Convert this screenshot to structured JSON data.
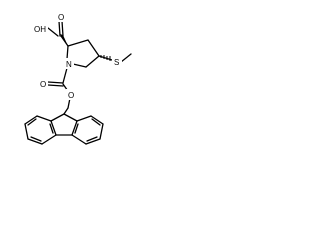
{
  "atoms": {
    "oh_label": "OH",
    "o_carbonyl_acid_label": "O",
    "n_label": "N",
    "s_label": "S",
    "o_carbamate_carbonyl_label": "O",
    "o_ether_label": "O"
  }
}
